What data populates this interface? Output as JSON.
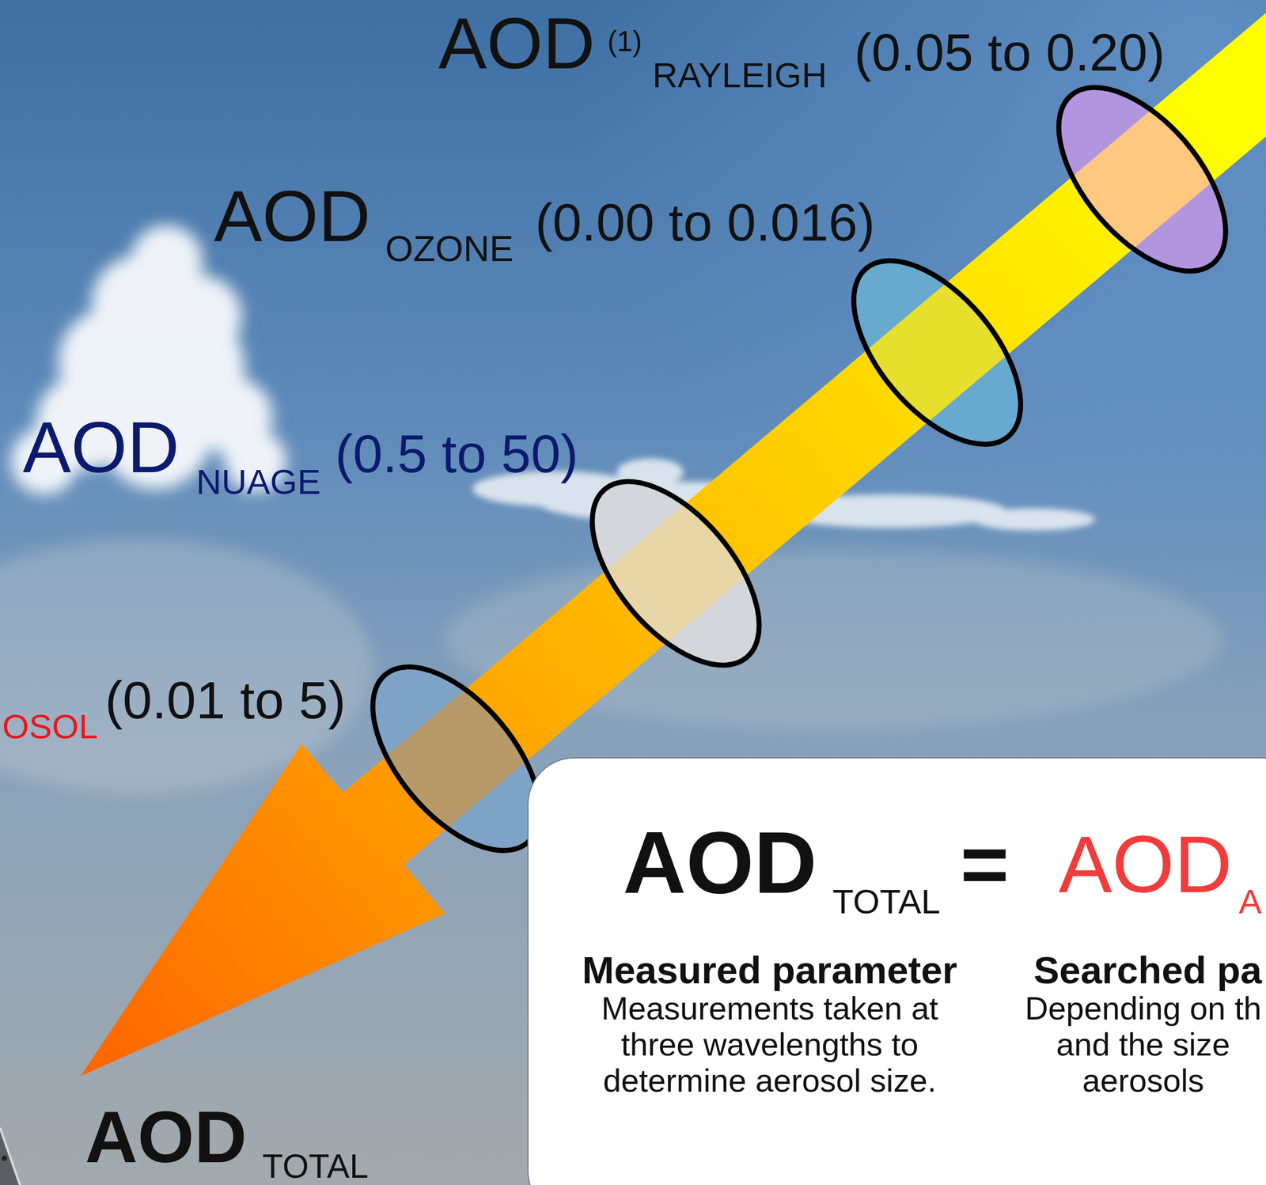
{
  "diagram": {
    "nodes": [
      {
        "text": [
          "AOD",
          "TOTAL",
          "=",
          "AOD",
          "A",
          "Measured parameter",
          "Measurements taken at three wavelengths to determine aerosol size.",
          "Searched pa",
          "Depending on th and the size aerosols"
        ]
      }
    ],
    "labels": [
      "AOD",
      "(1)",
      "RAYLEIGH",
      "(0.05 to 0.20)",
      "AOD",
      "OZONE",
      "(0.00 to 0.016)",
      "AOD",
      "NUAGE",
      "(0.5 to 50)",
      "OSOL",
      "(0.01 to 5)",
      "AOD",
      "TOTAL"
    ]
  }
}
